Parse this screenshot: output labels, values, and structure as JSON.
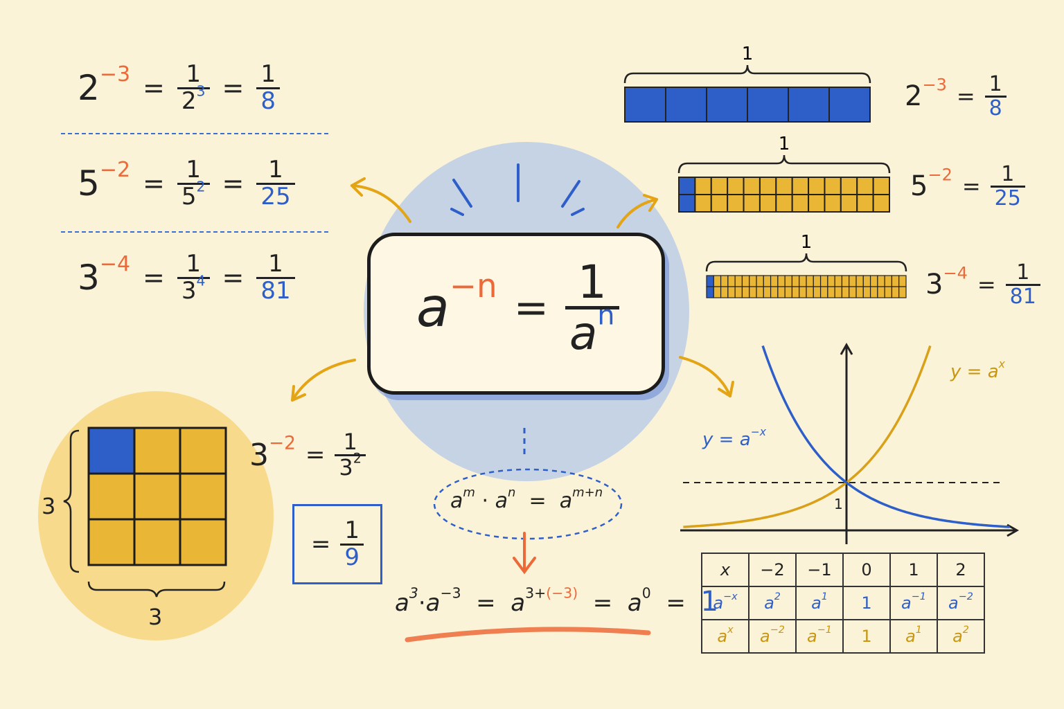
{
  "colors": {
    "background": "#fbf3d8",
    "blue": "#2e5ec8",
    "orange": "#ec6a3a",
    "gold": "#e9b635",
    "ink": "#222222"
  },
  "left_examples": [
    {
      "base": "2",
      "exp": "−3",
      "num": "1",
      "den_base": "2",
      "den_exp": "3",
      "result_num": "1",
      "result_den": "8"
    },
    {
      "base": "5",
      "exp": "−2",
      "num": "1",
      "den_base": "5",
      "den_exp": "2",
      "result_num": "1",
      "result_den": "25"
    },
    {
      "base": "3",
      "exp": "−4",
      "num": "1",
      "den_base": "3",
      "den_exp": "4",
      "result_num": "1",
      "result_den": "81"
    }
  ],
  "center_rule": {
    "base": "a",
    "exp": "−n",
    "num": "1",
    "den_base": "a",
    "den_exp": "n"
  },
  "bars": [
    {
      "label": "1",
      "cells": 6,
      "shaded": 1,
      "rows": 1,
      "base": "2",
      "exp": "−3",
      "result_num": "1",
      "result_den": "8"
    },
    {
      "label": "1",
      "cells": 25,
      "shaded": 1,
      "rows": 2,
      "base": "5",
      "exp": "−2",
      "result_num": "1",
      "result_den": "25"
    },
    {
      "label": "1",
      "cells": 81,
      "shaded": 1,
      "rows": 2,
      "base": "3",
      "exp": "−4",
      "result_num": "1",
      "result_den": "81"
    }
  ],
  "grid_example": {
    "side_label": "3",
    "bottom_label": "3",
    "size": 3,
    "shaded": 1,
    "base": "3",
    "exp": "−2",
    "num": "1",
    "den_base": "3",
    "den_exp": "2",
    "boxed_eq": "=",
    "boxed_num": "1",
    "boxed_den": "9"
  },
  "product_rule": {
    "a1": "a",
    "e1": "m",
    "dot": "·",
    "a2": "a",
    "e2": "n",
    "eq": "=",
    "a3": "a",
    "e3": "m+n"
  },
  "identity": {
    "a1": "a",
    "e1": "3",
    "a2": "a",
    "e2": "−3",
    "a3": "a",
    "e3": "3+",
    "e3b": "(−3)",
    "a4": "a",
    "e4": "0",
    "result": "1"
  },
  "graph": {
    "label_growth": "y = a",
    "label_growth_exp": "x",
    "label_decay": "y = a",
    "label_decay_exp": "−x",
    "intercept": "1"
  },
  "table": {
    "header": [
      "x",
      "−2",
      "−1",
      "0",
      "1",
      "2"
    ],
    "row_neg": {
      "lead_base": "a",
      "lead_exp": "−x",
      "cells": [
        [
          "a",
          "2"
        ],
        [
          "a",
          "1"
        ],
        [
          "1",
          ""
        ],
        [
          "a",
          "−1"
        ],
        [
          "a",
          "−2"
        ]
      ]
    },
    "row_pos": {
      "lead_base": "a",
      "lead_exp": "x",
      "cells": [
        [
          "a",
          "−2"
        ],
        [
          "a",
          "−1"
        ],
        [
          "1",
          ""
        ],
        [
          "a",
          "1"
        ],
        [
          "a",
          "2"
        ]
      ]
    }
  }
}
